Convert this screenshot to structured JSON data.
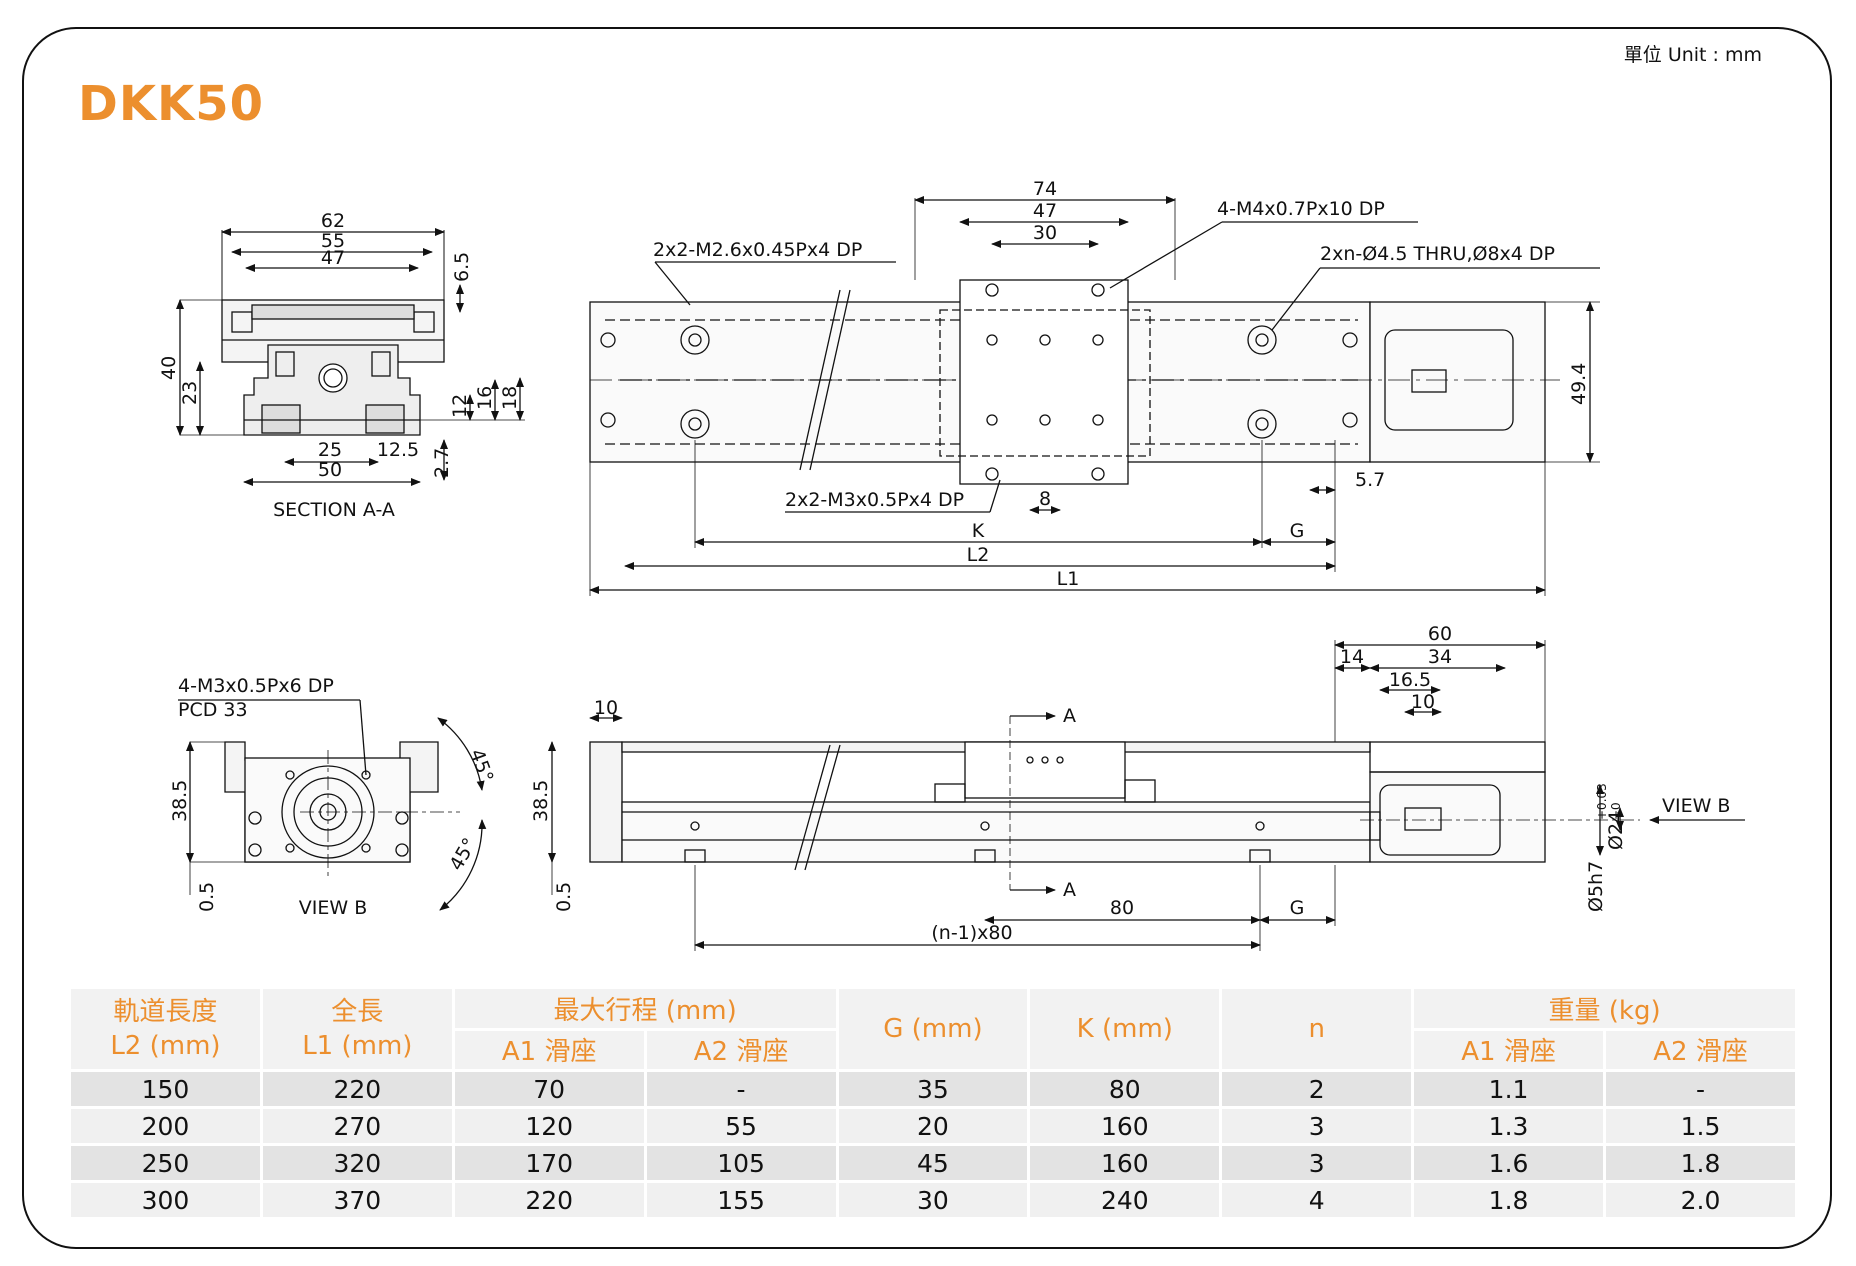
{
  "header": {
    "title": "DKK50",
    "unit": "單位 Unit : mm"
  },
  "drawing": {
    "section_aa": {
      "label": "SECTION A-A",
      "dims": [
        "62",
        "55",
        "47",
        "6.5",
        "40",
        "23",
        "12",
        "16",
        "18",
        "25",
        "12.5",
        "50",
        "2.7"
      ]
    },
    "top_view": {
      "dims": [
        "74",
        "47",
        "30",
        "49.4",
        "5.7",
        "8",
        "K",
        "L2",
        "L1",
        "G"
      ],
      "callouts": [
        "4-M4x0.7Px10 DP",
        "2x2-M2.6x0.45Px4 DP",
        "2xn-Ø4.5 THRU,Ø8x4 DP",
        "2x2-M3x0.5Px4 DP"
      ]
    },
    "view_b": {
      "label": "VIEW B",
      "callout_1": "4-M3x0.5Px6 DP",
      "callout_2": "PCD 33",
      "dims": [
        "38.5",
        "0.5",
        "45°",
        "45°"
      ]
    },
    "side_view": {
      "dims": [
        "10",
        "38.5",
        "0.5",
        "80",
        "(n-1)x80",
        "G",
        "60",
        "14",
        "34",
        "16.5",
        "10",
        "Ø5h7",
        "Ø24"
      ],
      "tol_upper": "+0.03",
      "tol_lower": "+0",
      "section_marks": [
        "A",
        "A"
      ],
      "view_arrow": "VIEW B"
    }
  },
  "table": {
    "headers": {
      "rail_length": [
        "軌道長度",
        "L2 (mm)"
      ],
      "total_length": [
        "全長",
        "L1 (mm)"
      ],
      "max_stroke": "最大行程 (mm)",
      "a1": "A1 滑座",
      "a2": "A2 滑座",
      "g": "G (mm)",
      "k": "K (mm)",
      "n": "n",
      "weight": "重量 (kg)",
      "w_a1": "A1 滑座",
      "w_a2": "A2 滑座"
    },
    "rows": [
      [
        "150",
        "220",
        "70",
        "-",
        "35",
        "80",
        "2",
        "1.1",
        "-"
      ],
      [
        "200",
        "270",
        "120",
        "55",
        "20",
        "160",
        "3",
        "1.3",
        "1.5"
      ],
      [
        "250",
        "320",
        "170",
        "105",
        "45",
        "160",
        "3",
        "1.6",
        "1.8"
      ],
      [
        "300",
        "370",
        "220",
        "155",
        "30",
        "240",
        "4",
        "1.8",
        "2.0"
      ]
    ]
  }
}
